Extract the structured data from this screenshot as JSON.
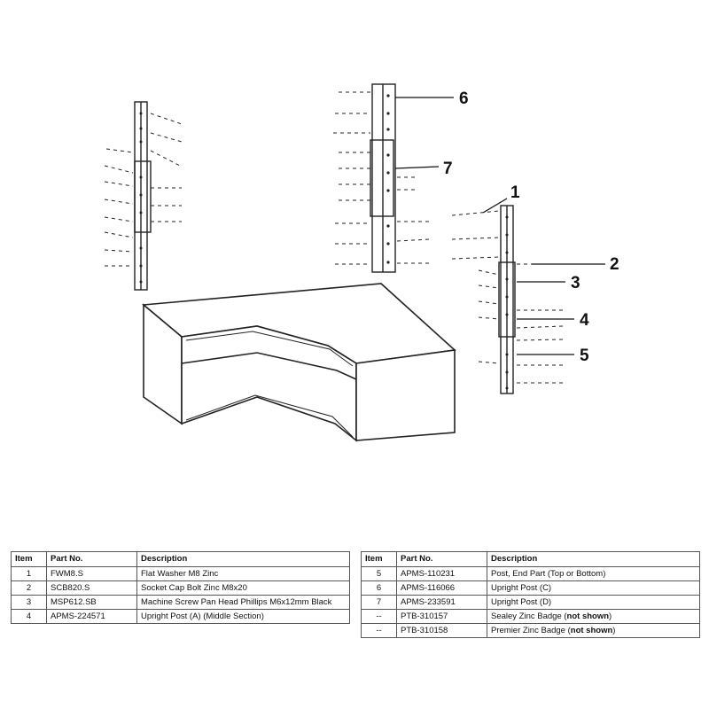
{
  "callouts": [
    "1",
    "2",
    "3",
    "4",
    "5",
    "6",
    "7"
  ],
  "table_left": {
    "headers": [
      "Item",
      "Part No.",
      "Description"
    ],
    "rows": [
      {
        "item": "1",
        "part": "FWM8.S",
        "desc": "Flat Washer M8 Zinc"
      },
      {
        "item": "2",
        "part": "SCB820.S",
        "desc": "Socket Cap Bolt Zinc M8x20"
      },
      {
        "item": "3",
        "part": "MSP612.SB",
        "desc": "Machine Screw Pan Head Phillips M6x12mm Black"
      },
      {
        "item": "4",
        "part": "APMS-224571",
        "desc": "Upright Post (A) (Middle Section)"
      }
    ]
  },
  "table_right": {
    "headers": [
      "Item",
      "Part No.",
      "Description"
    ],
    "rows": [
      {
        "item": "5",
        "part": "APMS-110231",
        "desc": "Post, End Part (Top or Bottom)"
      },
      {
        "item": "6",
        "part": "APMS-116066",
        "desc": "Upright Post (C)"
      },
      {
        "item": "7",
        "part": "APMS-233591",
        "desc": "Upright Post (D)"
      },
      {
        "item": "--",
        "part": "PTB-310157",
        "desc": "Sealey Zinc Badge (",
        "desc_bold": "not shown",
        "desc_end": ")"
      },
      {
        "item": "--",
        "part": "PTB-310158",
        "desc": "Premier Zinc Badge (",
        "desc_bold": "not shown",
        "desc_end": ")"
      }
    ]
  }
}
